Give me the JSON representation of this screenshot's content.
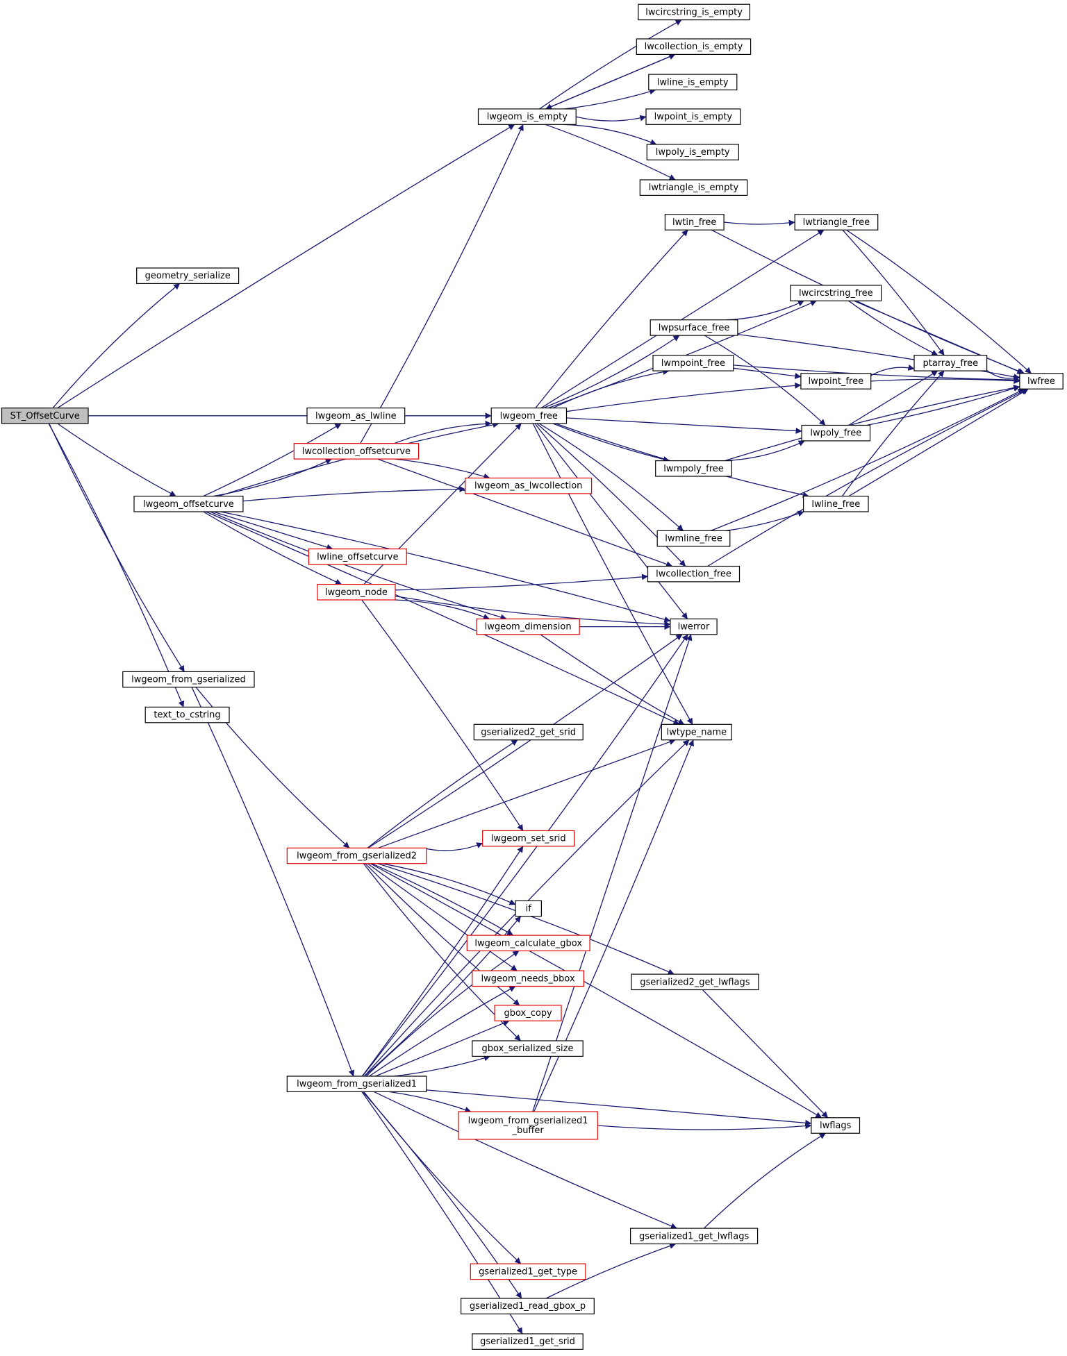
{
  "diagram": {
    "type": "call-graph",
    "colors": {
      "edge": "#191970",
      "box_border": "#000000",
      "truncated_border": "#e00000",
      "root_fill": "#bfbfbf"
    },
    "nodes": [
      {
        "id": "ST_OffsetCurve",
        "label": "ST_OffsetCurve",
        "root": true
      },
      {
        "id": "geometry_serialize",
        "label": "geometry_serialize"
      },
      {
        "id": "lwgeom_is_empty",
        "label": "lwgeom_is_empty"
      },
      {
        "id": "lwcircstring_is_empty",
        "label": "lwcircstring_is_empty"
      },
      {
        "id": "lwcollection_is_empty",
        "label": "lwcollection_is_empty"
      },
      {
        "id": "lwline_is_empty",
        "label": "lwline_is_empty"
      },
      {
        "id": "lwpoint_is_empty",
        "label": "lwpoint_is_empty"
      },
      {
        "id": "lwpoly_is_empty",
        "label": "lwpoly_is_empty"
      },
      {
        "id": "lwtriangle_is_empty",
        "label": "lwtriangle_is_empty"
      },
      {
        "id": "lwtin_free",
        "label": "lwtin_free"
      },
      {
        "id": "lwtriangle_free",
        "label": "lwtriangle_free"
      },
      {
        "id": "lwcircstring_free",
        "label": "lwcircstring_free"
      },
      {
        "id": "lwpsurface_free",
        "label": "lwpsurface_free"
      },
      {
        "id": "lwmpoint_free",
        "label": "lwmpoint_free"
      },
      {
        "id": "ptarray_free",
        "label": "ptarray_free"
      },
      {
        "id": "lwfree",
        "label": "lwfree"
      },
      {
        "id": "lwpoint_free",
        "label": "lwpoint_free"
      },
      {
        "id": "lwgeom_as_lwline",
        "label": "lwgeom_as_lwline"
      },
      {
        "id": "lwgeom_free",
        "label": "lwgeom_free"
      },
      {
        "id": "lwpoly_free",
        "label": "lwpoly_free"
      },
      {
        "id": "lwcollection_offsetcurve",
        "label": "lwcollection_offsetcurve",
        "truncated": true
      },
      {
        "id": "lwmpoly_free",
        "label": "lwmpoly_free"
      },
      {
        "id": "lwgeom_as_lwcollection",
        "label": "lwgeom_as_lwcollection",
        "truncated": true
      },
      {
        "id": "lwgeom_offsetcurve",
        "label": "lwgeom_offsetcurve"
      },
      {
        "id": "lwline_free",
        "label": "lwline_free"
      },
      {
        "id": "lwmline_free",
        "label": "lwmline_free"
      },
      {
        "id": "lwline_offsetcurve",
        "label": "lwline_offsetcurve",
        "truncated": true
      },
      {
        "id": "lwcollection_free",
        "label": "lwcollection_free"
      },
      {
        "id": "lwgeom_node",
        "label": "lwgeom_node",
        "truncated": true
      },
      {
        "id": "lwgeom_dimension",
        "label": "lwgeom_dimension",
        "truncated": true
      },
      {
        "id": "lwerror",
        "label": "lwerror"
      },
      {
        "id": "lwgeom_from_gserialized",
        "label": "lwgeom_from_gserialized"
      },
      {
        "id": "text_to_cstring",
        "label": "text_to_cstring"
      },
      {
        "id": "gserialized2_get_srid",
        "label": "gserialized2_get_srid"
      },
      {
        "id": "lwtype_name",
        "label": "lwtype_name"
      },
      {
        "id": "lwgeom_from_gserialized2",
        "label": "lwgeom_from_gserialized2",
        "truncated": true
      },
      {
        "id": "lwgeom_set_srid",
        "label": "lwgeom_set_srid",
        "truncated": true
      },
      {
        "id": "if",
        "label": "if"
      },
      {
        "id": "lwgeom_calculate_gbox",
        "label": "lwgeom_calculate_gbox",
        "truncated": true
      },
      {
        "id": "lwgeom_needs_bbox",
        "label": "lwgeom_needs_bbox",
        "truncated": true
      },
      {
        "id": "gserialized2_get_lwflags",
        "label": "gserialized2_get_lwflags"
      },
      {
        "id": "gbox_copy",
        "label": "gbox_copy",
        "truncated": true
      },
      {
        "id": "gbox_serialized_size",
        "label": "gbox_serialized_size"
      },
      {
        "id": "lwgeom_from_gserialized1",
        "label": "lwgeom_from_gserialized1"
      },
      {
        "id": "lwgeom_from_gserialized1_buffer",
        "label": "lwgeom_from_gserialized1",
        "label2": "_buffer",
        "truncated": true
      },
      {
        "id": "lwflags",
        "label": "lwflags"
      },
      {
        "id": "gserialized1_get_lwflags",
        "label": "gserialized1_get_lwflags"
      },
      {
        "id": "gserialized1_get_type",
        "label": "gserialized1_get_type",
        "truncated": true
      },
      {
        "id": "gserialized1_read_gbox_p",
        "label": "gserialized1_read_gbox_p"
      },
      {
        "id": "gserialized1_get_srid",
        "label": "gserialized1_get_srid"
      }
    ],
    "edges": [
      [
        "ST_OffsetCurve",
        "geometry_serialize"
      ],
      [
        "ST_OffsetCurve",
        "lwgeom_is_empty"
      ],
      [
        "ST_OffsetCurve",
        "lwgeom_free"
      ],
      [
        "ST_OffsetCurve",
        "lwgeom_offsetcurve"
      ],
      [
        "ST_OffsetCurve",
        "lwgeom_from_gserialized"
      ],
      [
        "ST_OffsetCurve",
        "text_to_cstring"
      ],
      [
        "lwgeom_is_empty",
        "lwcircstring_is_empty"
      ],
      [
        "lwgeom_is_empty",
        "lwcollection_is_empty"
      ],
      [
        "lwgeom_is_empty",
        "lwline_is_empty"
      ],
      [
        "lwgeom_is_empty",
        "lwpoint_is_empty"
      ],
      [
        "lwgeom_is_empty",
        "lwpoly_is_empty"
      ],
      [
        "lwgeom_is_empty",
        "lwtriangle_is_empty"
      ],
      [
        "lwcollection_is_empty",
        "lwgeom_is_empty"
      ],
      [
        "lwtin_free",
        "lwtriangle_free"
      ],
      [
        "lwtin_free",
        "lwfree"
      ],
      [
        "lwtriangle_free",
        "lwfree"
      ],
      [
        "lwtriangle_free",
        "ptarray_free"
      ],
      [
        "lwcircstring_free",
        "lwfree"
      ],
      [
        "lwcircstring_free",
        "ptarray_free"
      ],
      [
        "lwpsurface_free",
        "lwcircstring_free"
      ],
      [
        "lwpsurface_free",
        "lwpoly_free"
      ],
      [
        "lwpsurface_free",
        "lwfree"
      ],
      [
        "lwmpoint_free",
        "lwpoint_free"
      ],
      [
        "lwmpoint_free",
        "lwfree"
      ],
      [
        "ptarray_free",
        "lwfree"
      ],
      [
        "lwpoint_free",
        "ptarray_free"
      ],
      [
        "lwpoint_free",
        "lwfree"
      ],
      [
        "lwpoly_free",
        "ptarray_free"
      ],
      [
        "lwpoly_free",
        "lwfree"
      ],
      [
        "lwmpoly_free",
        "lwpoly_free"
      ],
      [
        "lwmpoly_free",
        "lwfree"
      ],
      [
        "lwline_free",
        "ptarray_free"
      ],
      [
        "lwline_free",
        "lwfree"
      ],
      [
        "lwmline_free",
        "lwline_free"
      ],
      [
        "lwmline_free",
        "lwfree"
      ],
      [
        "lwcollection_free",
        "lwfree"
      ],
      [
        "lwgeom_free",
        "lwtin_free"
      ],
      [
        "lwgeom_free",
        "lwtriangle_free"
      ],
      [
        "lwgeom_free",
        "lwcircstring_free"
      ],
      [
        "lwgeom_free",
        "lwpsurface_free"
      ],
      [
        "lwgeom_free",
        "lwmpoint_free"
      ],
      [
        "lwgeom_free",
        "lwpoint_free"
      ],
      [
        "lwgeom_free",
        "lwpoly_free"
      ],
      [
        "lwgeom_free",
        "lwmpoly_free"
      ],
      [
        "lwgeom_free",
        "lwline_free"
      ],
      [
        "lwgeom_free",
        "lwmline_free"
      ],
      [
        "lwgeom_free",
        "lwcollection_free"
      ],
      [
        "lwgeom_free",
        "lwerror"
      ],
      [
        "lwgeom_free",
        "lwtype_name"
      ],
      [
        "lwcollection_offsetcurve",
        "lwgeom_is_empty"
      ],
      [
        "lwcollection_offsetcurve",
        "lwgeom_free"
      ],
      [
        "lwcollection_offsetcurve",
        "lwgeom_as_lwcollection"
      ],
      [
        "lwcollection_offsetcurve",
        "lwcollection_free"
      ],
      [
        "lwgeom_offsetcurve",
        "lwgeom_as_lwline"
      ],
      [
        "lwgeom_offsetcurve",
        "lwcollection_offsetcurve"
      ],
      [
        "lwgeom_offsetcurve",
        "lwgeom_free"
      ],
      [
        "lwgeom_offsetcurve",
        "lwgeom_as_lwcollection"
      ],
      [
        "lwgeom_offsetcurve",
        "lwline_offsetcurve"
      ],
      [
        "lwgeom_offsetcurve",
        "lwgeom_node"
      ],
      [
        "lwgeom_offsetcurve",
        "lwgeom_dimension"
      ],
      [
        "lwgeom_offsetcurve",
        "lwerror"
      ],
      [
        "lwgeom_offsetcurve",
        "lwtype_name"
      ],
      [
        "lwgeom_node",
        "lwgeom_free"
      ],
      [
        "lwgeom_node",
        "lwcollection_free"
      ],
      [
        "lwgeom_node",
        "lwerror"
      ],
      [
        "lwgeom_node",
        "lwgeom_dimension"
      ],
      [
        "lwgeom_node",
        "lwgeom_set_srid"
      ],
      [
        "lwgeom_dimension",
        "lwerror"
      ],
      [
        "lwgeom_dimension",
        "lwtype_name"
      ],
      [
        "lwgeom_from_gserialized",
        "lwgeom_from_gserialized2"
      ],
      [
        "lwgeom_from_gserialized",
        "lwgeom_from_gserialized1"
      ],
      [
        "lwgeom_from_gserialized2",
        "gserialized2_get_srid"
      ],
      [
        "lwgeom_from_gserialized2",
        "lwtype_name"
      ],
      [
        "lwgeom_from_gserialized2",
        "lwerror"
      ],
      [
        "lwgeom_from_gserialized2",
        "lwgeom_set_srid"
      ],
      [
        "lwgeom_from_gserialized2",
        "if"
      ],
      [
        "lwgeom_from_gserialized2",
        "lwgeom_calculate_gbox"
      ],
      [
        "lwgeom_from_gserialized2",
        "lwgeom_needs_bbox"
      ],
      [
        "lwgeom_from_gserialized2",
        "gbox_copy"
      ],
      [
        "lwgeom_from_gserialized2",
        "gbox_serialized_size"
      ],
      [
        "lwgeom_from_gserialized2",
        "gserialized2_get_lwflags"
      ],
      [
        "lwgeom_from_gserialized2",
        "lwflags"
      ],
      [
        "gserialized2_get_lwflags",
        "lwflags"
      ],
      [
        "lwgeom_from_gserialized1",
        "lwgeom_set_srid"
      ],
      [
        "lwgeom_from_gserialized1",
        "if"
      ],
      [
        "lwgeom_from_gserialized1",
        "lwgeom_calculate_gbox"
      ],
      [
        "lwgeom_from_gserialized1",
        "lwgeom_needs_bbox"
      ],
      [
        "lwgeom_from_gserialized1",
        "gbox_copy"
      ],
      [
        "lwgeom_from_gserialized1",
        "gbox_serialized_size"
      ],
      [
        "lwgeom_from_gserialized1",
        "lwerror"
      ],
      [
        "lwgeom_from_gserialized1",
        "lwtype_name"
      ],
      [
        "lwgeom_from_gserialized1",
        "lwgeom_from_gserialized1_buffer"
      ],
      [
        "lwgeom_from_gserialized1",
        "lwflags"
      ],
      [
        "lwgeom_from_gserialized1",
        "gserialized1_get_lwflags"
      ],
      [
        "lwgeom_from_gserialized1",
        "gserialized1_get_type"
      ],
      [
        "lwgeom_from_gserialized1",
        "gserialized1_read_gbox_p"
      ],
      [
        "lwgeom_from_gserialized1",
        "gserialized1_get_srid"
      ],
      [
        "lwgeom_from_gserialized1_buffer",
        "lwerror"
      ],
      [
        "lwgeom_from_gserialized1_buffer",
        "lwtype_name"
      ],
      [
        "lwgeom_from_gserialized1_buffer",
        "lwflags"
      ],
      [
        "gserialized1_get_lwflags",
        "lwflags"
      ],
      [
        "gserialized1_read_gbox_p",
        "gserialized1_get_lwflags"
      ]
    ]
  }
}
